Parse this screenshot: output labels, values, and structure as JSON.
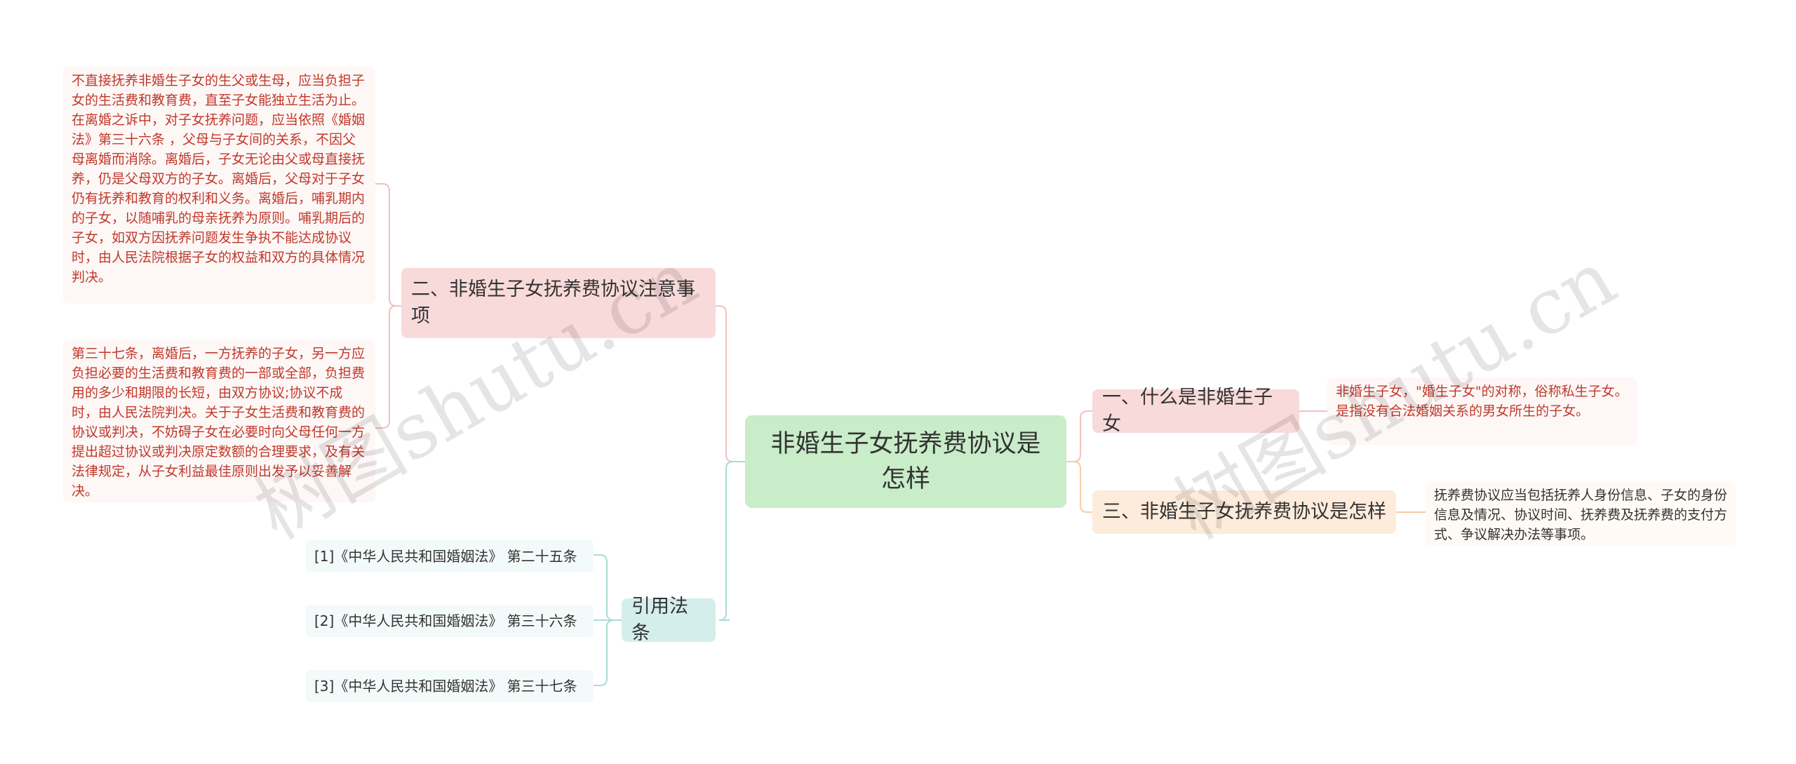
{
  "root": {
    "label": "非婚生子女抚养费协议是怎样"
  },
  "branches": [
    {
      "id": "b1",
      "label": "一、什么是非婚生子女",
      "detail": "非婚生子女，\"婚生子女\"的对称，俗称私生子女。是指没有合法婚姻关系的男女所生的子女。"
    },
    {
      "id": "b2",
      "label": "二、非婚生子女抚养费协议注意事项",
      "details": [
        "不直接抚养非婚生子女的生父或生母，应当负担子女的生活费和教育费，直至子女能独立生活为止。 在离婚之诉中，对子女抚养问题，应当依照《婚姻法》第三十六条 ，父母与子女间的关系，不因父母离婚而消除。离婚后，子女无论由父或母直接抚养，仍是父母双方的子女。离婚后，父母对于子女仍有抚养和教育的权利和义务。离婚后，哺乳期内的子女，以随哺乳的母亲抚养为原则。哺乳期后的子女，如双方因抚养问题发生争执不能达成协议时，由人民法院根据子女的权益和双方的具体情况判决。",
        "第三十七条，离婚后，一方抚养的子女，另一方应负担必要的生活费和教育费的一部或全部，负担费用的多少和期限的长短，由双方协议;协议不成时，由人民法院判决。关于子女生活费和教育费的协议或判决，不妨碍子女在必要时向父母任何一方提出超过协议或判决原定数额的合理要求，及有关法律规定，从子女利益最佳原则出发予以妥善解决。"
      ]
    },
    {
      "id": "b3",
      "label": "三、非婚生子女抚养费协议是怎样",
      "detail": "抚养费协议应当包括抚养人身份信息、子女的身份信息及情况、协议时间、抚养费及抚养费的支付方式、争议解决办法等事项。"
    },
    {
      "id": "b4",
      "label": "引用法条",
      "refs": [
        "[1]《中华人民共和国婚姻法》 第二十五条",
        "[2]《中华人民共和国婚姻法》 第三十六条",
        "[3]《中华人民共和国婚姻法》 第三十七条"
      ]
    }
  ],
  "watermark": [
    "树图shutu.cn",
    "树图shutu.cn"
  ],
  "colors": {
    "root_bg": "#c9ecc9",
    "branch_pink": "#f9dada",
    "branch_peach": "#fdebdb",
    "branch_teal": "#d4efeb",
    "leaf_text_red": "#c0392b",
    "line_pink": "#f2c1c1",
    "line_teal": "#a8ddd6",
    "line_peach": "#f6cda7"
  }
}
